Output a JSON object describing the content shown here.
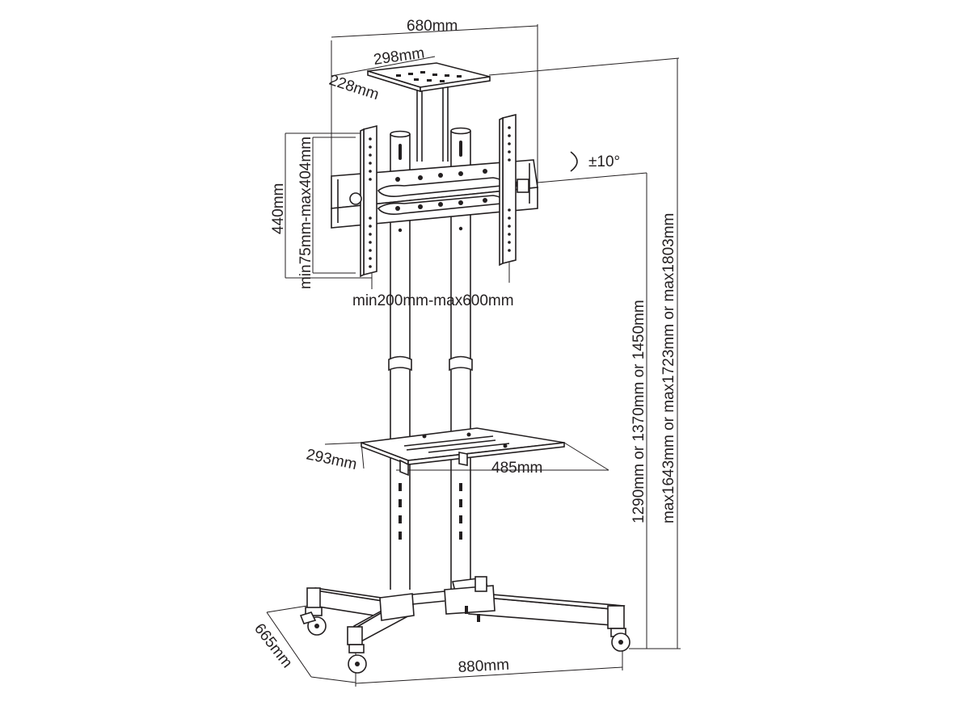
{
  "dimensions": {
    "overall_width": "680mm",
    "shelf_top_width": "298mm",
    "shelf_top_depth": "228mm",
    "tilt": "±10°",
    "bracket_height": "440mm",
    "vesa_vertical": "min75mm-max404mm",
    "vesa_horizontal": "min200mm-max600mm",
    "shelf_mid_depth": "293mm",
    "shelf_mid_width": "485mm",
    "center_height": "1290mm or 1370mm or 1450mm",
    "max_height": "max1643mm or max1723mm or max1803mm",
    "base_depth": "665mm",
    "base_width": "880mm"
  },
  "colors": {
    "ink": "#231f20",
    "background": "#ffffff"
  }
}
